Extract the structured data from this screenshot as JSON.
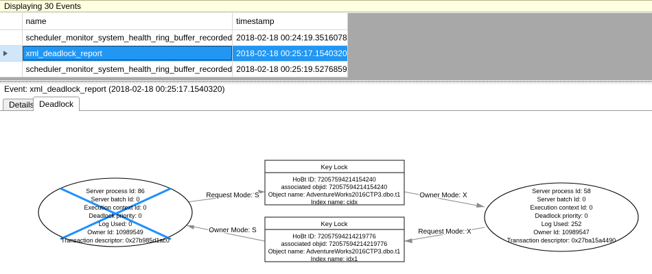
{
  "banner": {
    "text": "Displaying 30 Events"
  },
  "grid": {
    "columns": [
      "",
      "name",
      "timestamp"
    ],
    "rows": [
      {
        "marker": "",
        "name": "scheduler_monitor_system_health_ring_buffer_recorded",
        "timestamp": "2018-02-18 00:24:19.3516078",
        "selected": false
      },
      {
        "marker": "row-selector-arrow",
        "name": "xml_deadlock_report",
        "timestamp": "2018-02-18 00:25:17.1540320",
        "selected": true
      },
      {
        "marker": "",
        "name": "scheduler_monitor_system_health_ring_buffer_recorded",
        "timestamp": "2018-02-18 00:25:19.5276859",
        "selected": false
      }
    ]
  },
  "event_header": {
    "text": "Event: xml_deadlock_report (2018-02-18 00:25:17.1540320)"
  },
  "tabs": [
    {
      "label": "Details",
      "active": false
    },
    {
      "label": "Deadlock",
      "active": true
    }
  ],
  "deadlock": {
    "victim_process": "left",
    "processes": [
      {
        "side": "left",
        "is_victim": true,
        "lines": [
          "Server process Id: 86",
          "Server batch Id: 0",
          "Execution context Id: 0",
          "Deadlock priority: 0",
          "Log Used: 0",
          "Owner Id: 10989549",
          "Transaction descriptor: 0x27b985d1ac0"
        ]
      },
      {
        "side": "right",
        "is_victim": false,
        "lines": [
          "Server process Id: 58",
          "Server batch Id: 0",
          "Execution context Id: 0",
          "Deadlock priority: 0",
          "Log Used: 252",
          "Owner Id: 10989547",
          "Transaction descriptor: 0x27ba15a4490"
        ]
      }
    ],
    "resources": [
      {
        "position": "top",
        "title": "Key Lock",
        "lines": [
          "HoBt ID: 72057594214154240",
          "associated objid: 72057594214154240",
          "Object name: AdventureWorks2016CTP3.dbo.t1",
          "Index name: cidx"
        ]
      },
      {
        "position": "bottom",
        "title": "Key Lock",
        "lines": [
          "HoBt ID: 72057594214219776",
          "associated objid: 72057594214219776",
          "Object name: AdventureWorks2016CTP3.dbo.t1",
          "Index name: idx1"
        ]
      }
    ],
    "edges": [
      {
        "id": "left-request-top",
        "label": "Request Mode: S"
      },
      {
        "id": "top-owner-right",
        "label": "Owner Mode: X"
      },
      {
        "id": "bottom-owner-left",
        "label": "Owner Mode: S"
      },
      {
        "id": "right-request-bottom",
        "label": "Request Mode: X"
      }
    ]
  },
  "colors": {
    "banner_bg": "#ffffe1",
    "selection": "#2196f3",
    "grid_backdrop": "#a8a8a8",
    "victim_cross": "#1e90ff"
  }
}
